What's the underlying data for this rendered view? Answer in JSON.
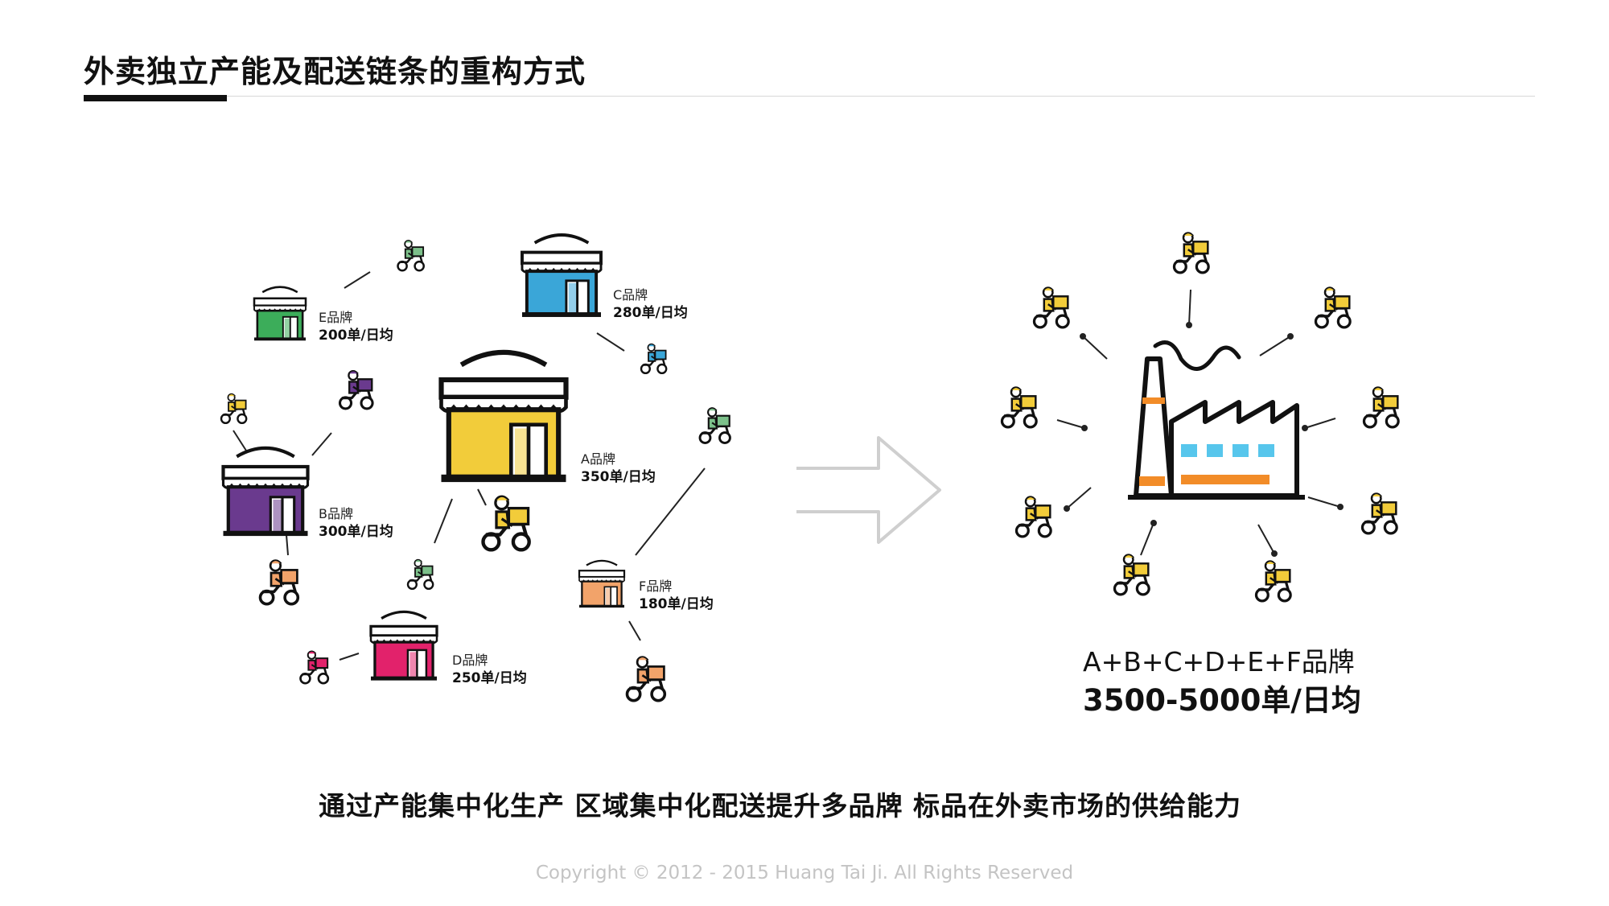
{
  "header": {
    "title": "外卖独立产能及配送链条的重构方式"
  },
  "brands": [
    {
      "id": "A",
      "name": "A品牌",
      "volume": "350单/日均",
      "color": "#f2cc3a"
    },
    {
      "id": "B",
      "name": "B品牌",
      "volume": "300单/日均",
      "color": "#6a3a8e"
    },
    {
      "id": "C",
      "name": "C品牌",
      "volume": "280单/日均",
      "color": "#3aa6d8"
    },
    {
      "id": "D",
      "name": "D品牌",
      "volume": "250单/日均",
      "color": "#e2226b"
    },
    {
      "id": "E",
      "name": "E品牌",
      "volume": "200单/日均",
      "color": "#3cad5a"
    },
    {
      "id": "F",
      "name": "F品牌",
      "volume": "180单/日均",
      "color": "#f2a36a"
    }
  ],
  "summary": {
    "brands_line": "A+B+C+D+E+F品牌",
    "volume_line": "3500-5000单/日均"
  },
  "tagline": "通过产能集中化生产 区域集中化配送提升多品牌 标品在外卖市场的供给能力",
  "footer": {
    "copyright": "Copyright © 2012 - 2015 Huang Tai Ji. All Rights Reserved"
  },
  "colors": {
    "factory_accent": "#f28c28",
    "factory_windows": "#57c6ec",
    "rider_yellow": "#f2cc3a",
    "rider_green": "#7cc08a",
    "rider_orange": "#f2a36a",
    "arrow_outline": "#cfcfcf"
  }
}
